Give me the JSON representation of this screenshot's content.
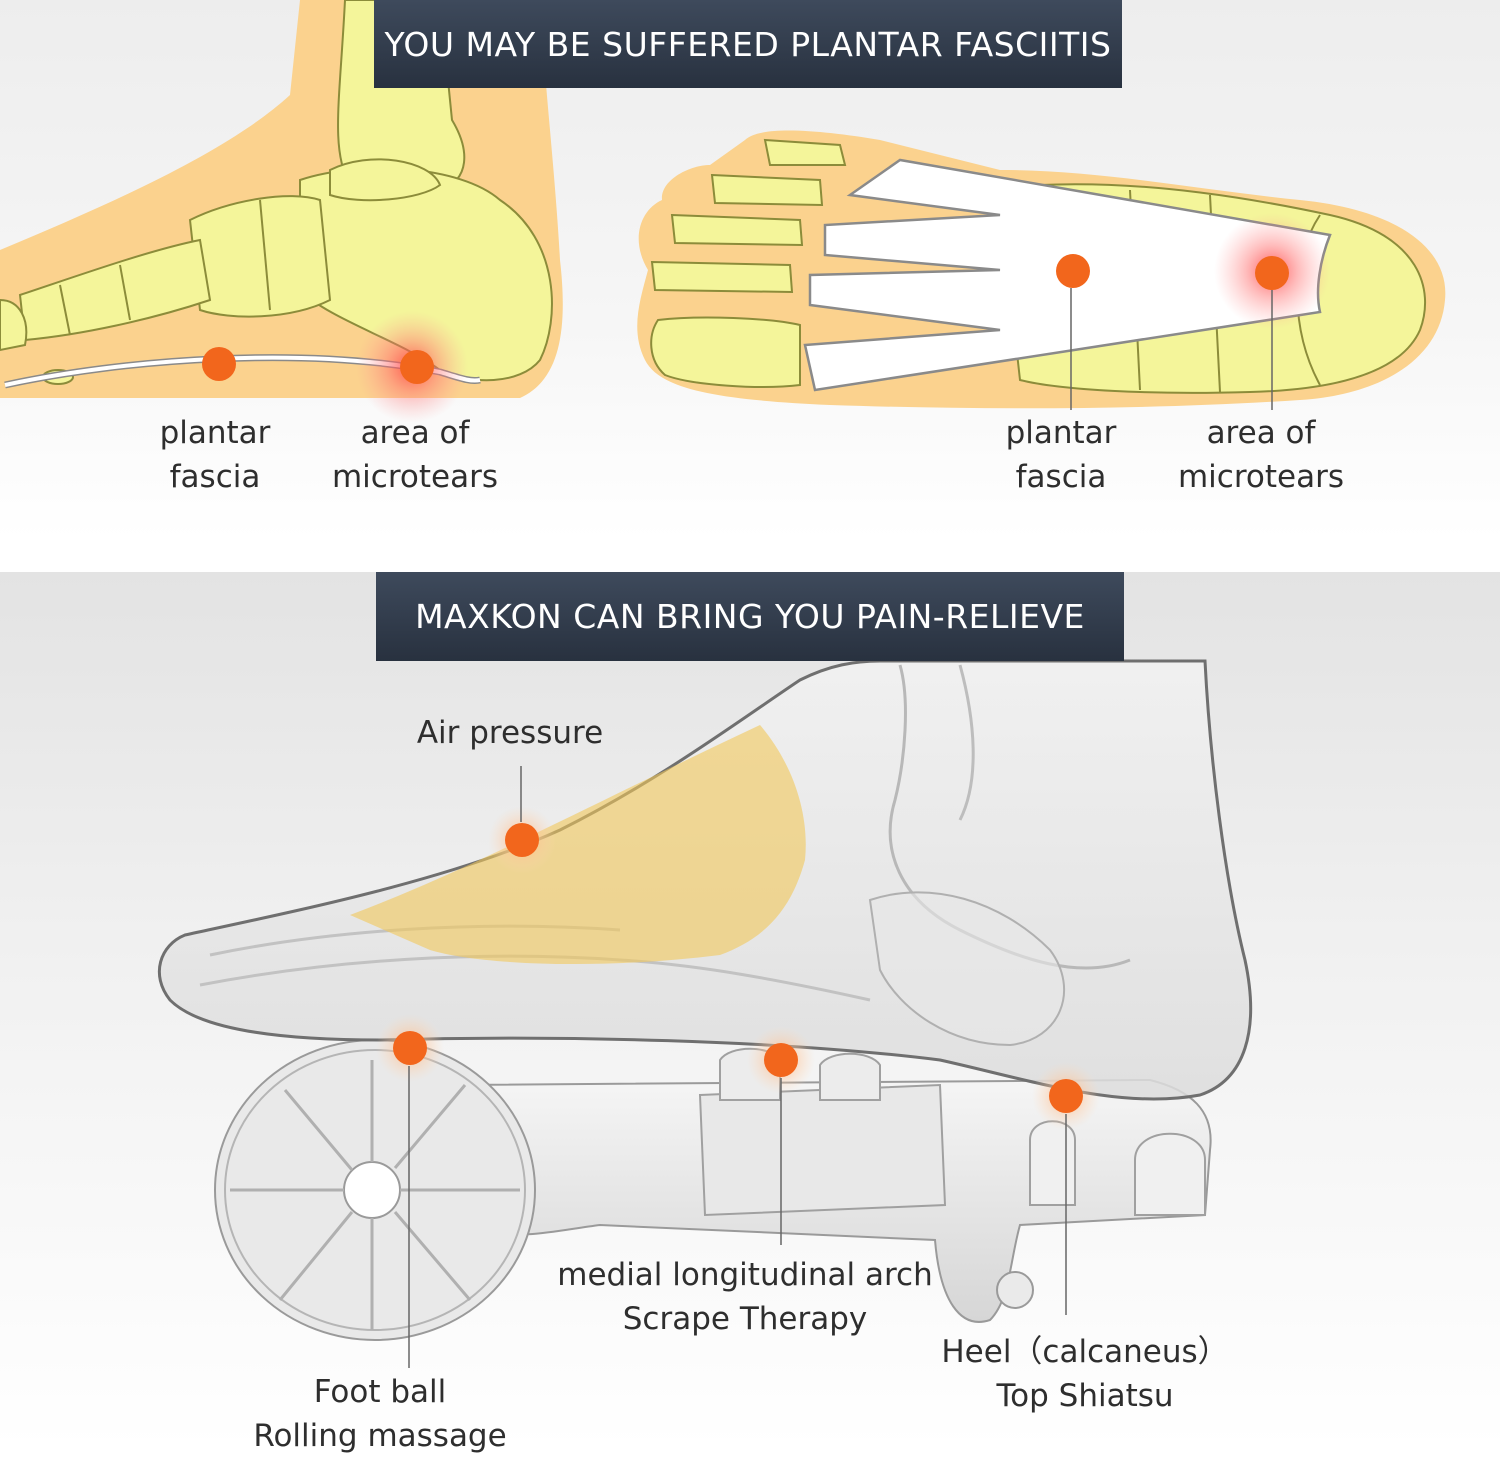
{
  "top_section": {
    "banner_title": "YOU MAY BE SUFFERED PLANTAR FASCIITIS",
    "side_view": {
      "plantar_fascia": [
        "plantar",
        "fascia"
      ],
      "microtears": [
        "area of",
        "microtears"
      ]
    },
    "bottom_view": {
      "plantar_fascia": [
        "plantar",
        "fascia"
      ],
      "microtears": [
        "area of",
        "microtears"
      ]
    }
  },
  "bottom_section": {
    "banner_title": "MAXKON CAN BRING YOU PAIN-RELIEVE",
    "labels": {
      "air_pressure": "Air pressure",
      "foot_ball": [
        "Foot ball",
        "Rolling massage"
      ],
      "arch": [
        "medial longitudinal arch",
        "Scrape Therapy"
      ],
      "heel": [
        "Heel（calcaneus）",
        "Top Shiatsu"
      ]
    }
  },
  "colors": {
    "banner": "#2f3846",
    "skin": "#fbd28e",
    "bone": "#f4f59a",
    "pain_dot": "#f2661c",
    "glow": "#ff4b4b"
  }
}
